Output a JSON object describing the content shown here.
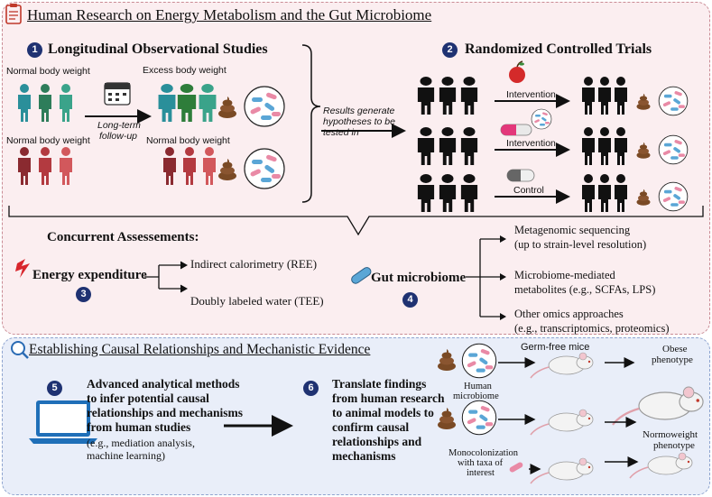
{
  "section1": {
    "title": "Human Research on Energy Metabolism and the Gut Microbiome",
    "observational": {
      "number": "1",
      "title": "Longitudinal Observational Studies",
      "label_normal_top": "Normal body weight",
      "label_excess": "Excess body weight",
      "label_normal_bottom_left": "Normal body weight",
      "label_normal_bottom_right": "Normal body weight",
      "followup_line1": "Long-term",
      "followup_line2": "follow-up"
    },
    "hypothesis": {
      "line1": "Results generate",
      "line2": "hypotheses to be",
      "line3": "tested in"
    },
    "rct": {
      "number": "2",
      "title": "Randomized Controlled Trials",
      "arm1": "Intervention",
      "arm2": "Intervention",
      "arm3": "Control"
    },
    "assessments": {
      "title": "Concurrent Assessements:",
      "energy_number": "3",
      "energy_title": "Energy expenditure",
      "energy_items": [
        "Indirect calorimetry (REE)",
        "Doubly labeled water (TEE)"
      ],
      "gut_number": "4",
      "gut_title": "Gut microbiome",
      "gut_items": [
        {
          "line1": "Metagenomic sequencing",
          "line2": "(up to strain-level resolution)"
        },
        {
          "line1": "Microbiome-mediated",
          "line2": "metabolites (e.g., SCFAs, LPS)"
        },
        {
          "line1": "Other omics approaches",
          "line2": "(e.g., transcriptomics, proteomics)"
        }
      ]
    }
  },
  "section2": {
    "title": "Establishing Causal Relationships and Mechanistic Evidence",
    "step5": {
      "number": "5",
      "lines": [
        "Advanced analytical methods",
        "to infer potential causal",
        "relationships and mechanisms",
        "from human studies"
      ],
      "sub_lines": [
        "(e.g., mediation analysis,",
        "machine learning)"
      ]
    },
    "step6": {
      "number": "6",
      "lines": [
        "Translate findings",
        "from human research",
        "to animal models to",
        "confirm causal",
        "relationships and",
        "mechanisms"
      ]
    },
    "animal": {
      "germ_free": "Germ-free mice",
      "human_microbiome_line1": "Human",
      "human_microbiome_line2": "microbiome",
      "obese_line1": "Obese",
      "obese_line2": "phenotype",
      "normo_line1": "Normoweight",
      "normo_line2": "phenotype",
      "mono_line1": "Monocolonization",
      "mono_line2": "with taxa of",
      "mono_line3": "interest"
    }
  },
  "colors": {
    "top_panel_bg": "#fbeef0",
    "bottom_panel_bg": "#e9eef9",
    "number_badge": "#1f3272",
    "normal_weight_people": "#2e9a8a",
    "excess_weight_people": "#3a9a7a",
    "normal_weight_people_bottom": "#c4444a",
    "rct_people": "#111111",
    "bacteria_blue": "#5aa6d6",
    "bacteria_pink": "#e98aa6",
    "energy_bolt": "#d8262c"
  }
}
